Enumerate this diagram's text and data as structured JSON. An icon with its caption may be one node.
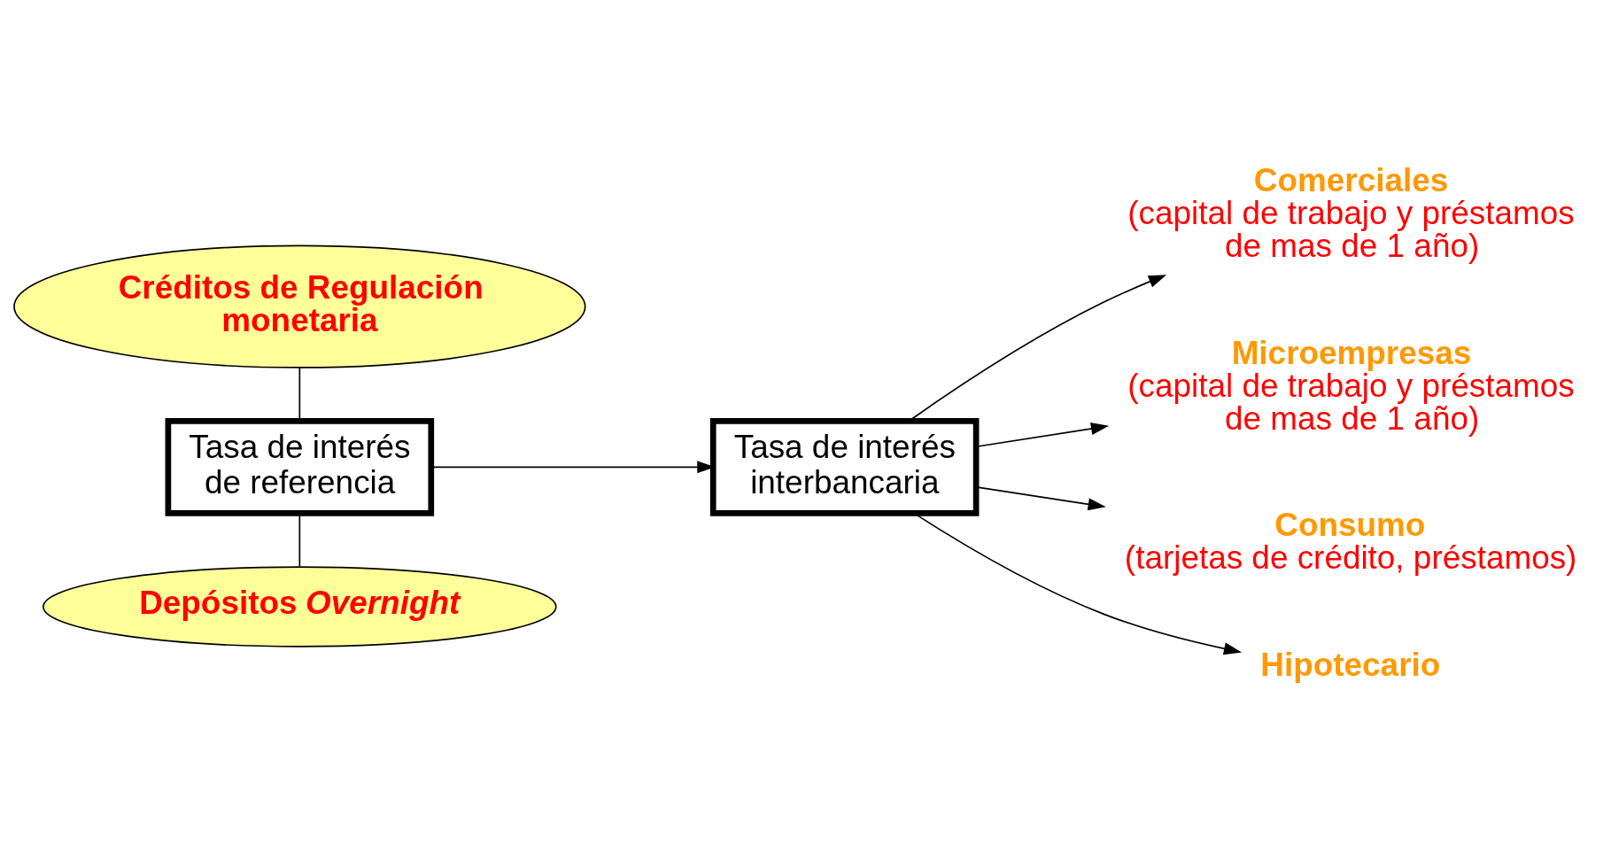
{
  "diagram": {
    "nodes": [
      {
        "text": [
          "Créditos de Regulación monetaria"
        ]
      },
      {
        "text": [
          "Tasa de interés de referencia"
        ]
      },
      {
        "text": [
          "Depósitos *Overnight*"
        ]
      },
      {
        "text": [
          "Tasa de interés interbancaria"
        ]
      },
      {
        "text": [
          "Comerciales",
          "(capital de trabajo y préstamos de mas de 1 año)"
        ]
      },
      {
        "text": [
          "Microempresas",
          "(capital de trabajo y préstamos de mas de 1 año)"
        ]
      },
      {
        "text": [
          "Consumo",
          "(tarjetas de crédito, préstamos)"
        ]
      },
      {
        "text": [
          "Hipotecario"
        ]
      }
    ],
    "edges": [
      {
        "from": 0,
        "to": 1,
        "arrow": "none"
      },
      {
        "from": 1,
        "to": 2,
        "arrow": "none"
      },
      {
        "from": 1,
        "to": 3,
        "arrow": "to"
      },
      {
        "from": 3,
        "to": 4,
        "arrow": "to"
      },
      {
        "from": 3,
        "to": 5,
        "arrow": "to"
      },
      {
        "from": 3,
        "to": 6,
        "arrow": "to"
      },
      {
        "from": 3,
        "to": 7,
        "arrow": "to"
      }
    ]
  }
}
